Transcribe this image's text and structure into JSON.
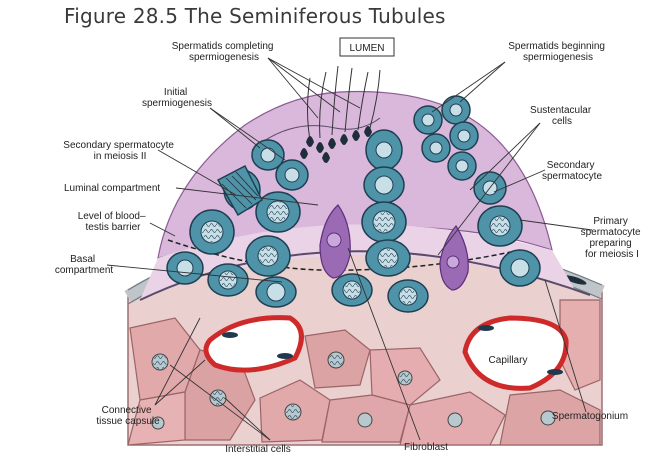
{
  "figure": {
    "title": "Figure 28.5  The Seminiferous Tubules"
  },
  "labels": {
    "lumen": "LUMEN",
    "spermatids_completing": [
      "Spermatids completing",
      "spermiogenesis"
    ],
    "spermatids_beginning": [
      "Spermatids beginning",
      "spermiogenesis"
    ],
    "initial_spermiogenesis": [
      "Initial",
      "spermiogenesis"
    ],
    "sustentacular_cells": [
      "Sustentacular",
      "cells"
    ],
    "secondary_spermatocyte_meiosis": [
      "Secondary spermatocyte",
      "in meiosis II"
    ],
    "secondary_spermatocyte": [
      "Secondary",
      "spermatocyte"
    ],
    "luminal_compartment": [
      "Luminal compartment"
    ],
    "level_blood_testis": [
      "Level of blood–",
      "testis barrier"
    ],
    "primary_spermatocyte": [
      "Primary",
      "spermatocyte",
      "preparing",
      "for meiosis I"
    ],
    "basal_compartment": [
      "Basal",
      "compartment"
    ],
    "capillary": [
      "Capillary"
    ],
    "connective_tissue": [
      "Connective",
      "tissue capsule"
    ],
    "spermatogonium": [
      "Spermatogonium"
    ],
    "interstitial_cells": [
      "Interstitial cells"
    ],
    "fibroblast": [
      "Fibroblast"
    ]
  },
  "colors": {
    "tubule_fill": "#d9b8dc",
    "basal_fill": "#ead3e6",
    "cell_fill": "#4f93a8",
    "cell_stroke": "#1e3f52",
    "nucleus_fill": "#c9dfe8",
    "connective_fill": "#e7b8b6",
    "capillary_red": "#d02a2a",
    "sustentacular_purple": "#9a6ab5"
  }
}
